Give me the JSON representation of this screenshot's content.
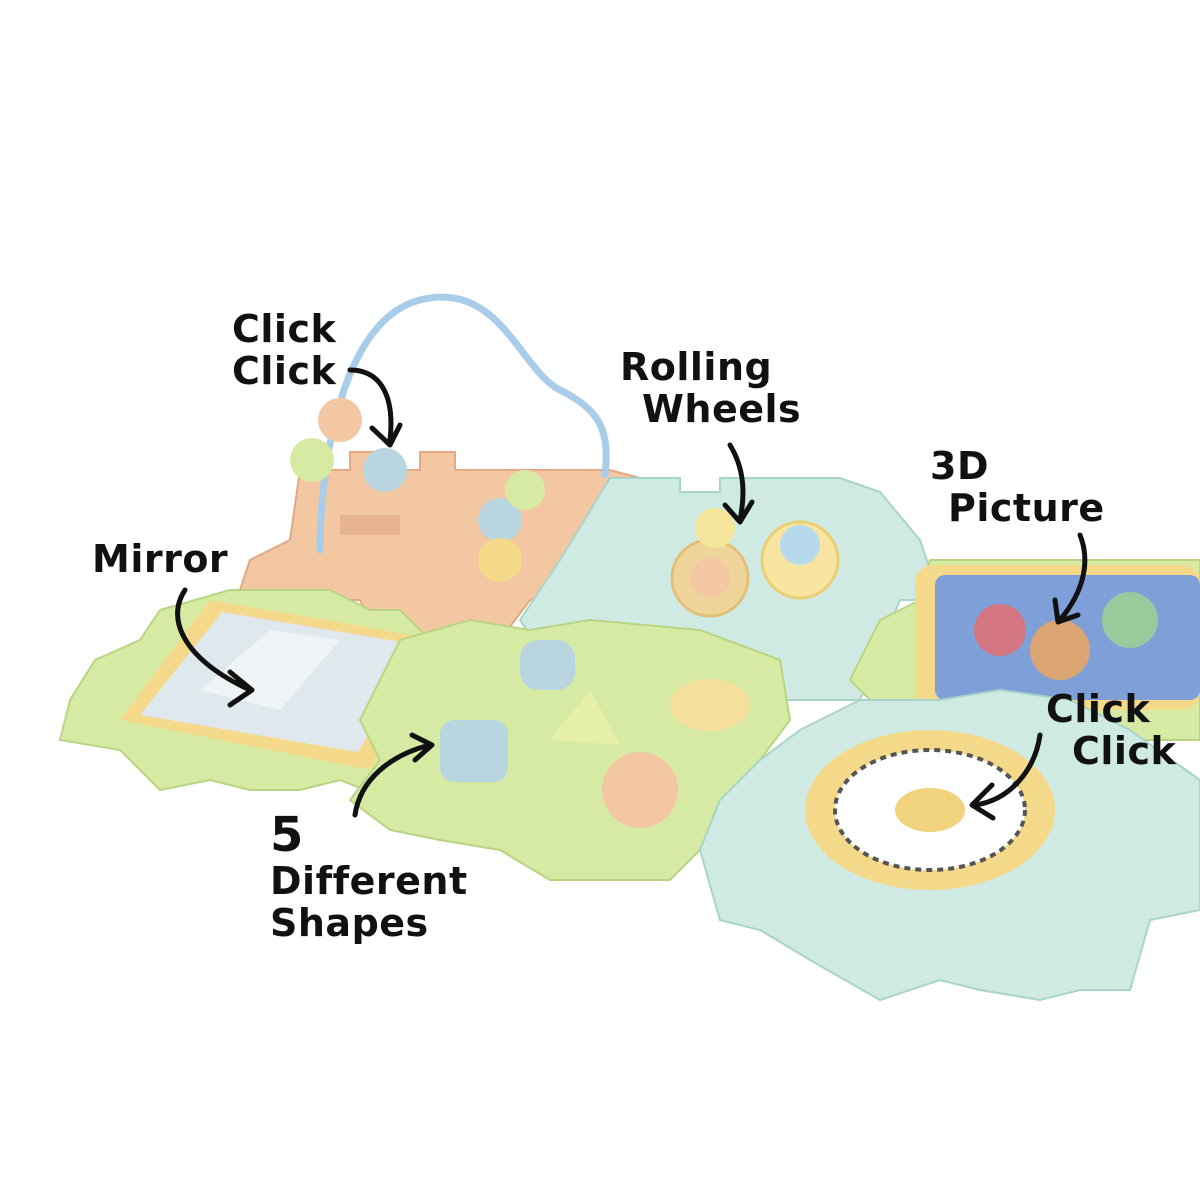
{
  "colors": {
    "background": "#ffffff",
    "peach": "#f3c7a2",
    "green": "#d6eaa4",
    "mint": "#cfeae3",
    "yellow_frame": "#f4d98a",
    "wire_blue": "#a9cde8",
    "ink": "#111111"
  },
  "callouts": {
    "click_click_top": [
      "Click",
      "Click"
    ],
    "rolling_wheels": [
      "Rolling",
      "Wheels"
    ],
    "picture_3d": [
      "3D",
      "Picture"
    ],
    "mirror": "Mirror",
    "click_click_right": [
      "Click",
      "Click"
    ],
    "shapes": {
      "count": "5",
      "line1": "Different",
      "line2": "Shapes"
    }
  },
  "icons": [
    "arrow-icon"
  ]
}
